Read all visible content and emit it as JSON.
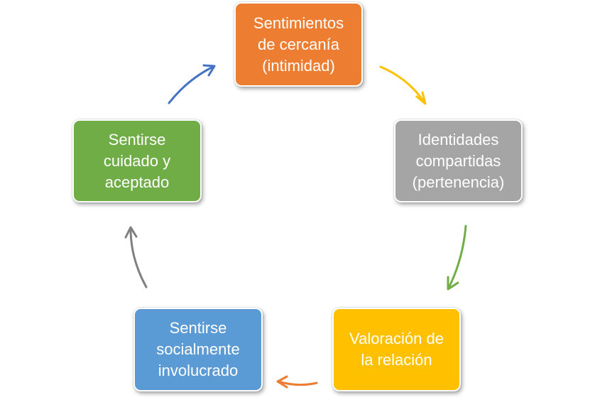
{
  "diagram": {
    "nodes": [
      {
        "id": "intimidad",
        "label": "Sentimientos\nde cercanía\n(intimidad)",
        "color": "#ED7D31"
      },
      {
        "id": "pertenencia",
        "label": "Identidades\ncompartidas\n(pertenencia)",
        "color": "#A5A5A5"
      },
      {
        "id": "valoracion",
        "label": "Valoración de\nla relación",
        "color": "#FFC000"
      },
      {
        "id": "involucrado",
        "label": "Sentirse\nsocialmente\ninvolucrado",
        "color": "#5B9BD5"
      },
      {
        "id": "aceptado",
        "label": "Sentirse\ncuidado y\naceptado",
        "color": "#70AD47"
      }
    ],
    "arrows": [
      {
        "from": "intimidad",
        "to": "pertenencia",
        "color": "#FFC000"
      },
      {
        "from": "pertenencia",
        "to": "valoracion",
        "color": "#70AD47"
      },
      {
        "from": "valoracion",
        "to": "involucrado",
        "color": "#ED7D31"
      },
      {
        "from": "involucrado",
        "to": "aceptado",
        "color": "#808080"
      },
      {
        "from": "aceptado",
        "to": "intimidad",
        "color": "#4472C4"
      }
    ]
  }
}
